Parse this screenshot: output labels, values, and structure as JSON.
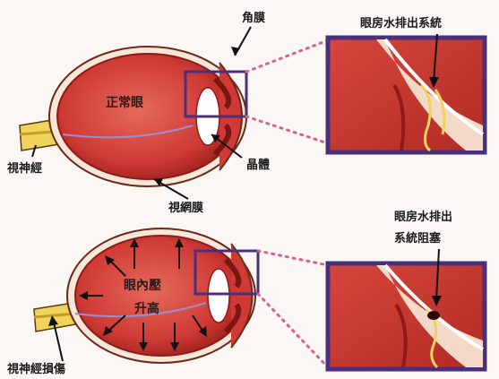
{
  "top": {
    "cornea": "角膜",
    "drainage": "眼房水排出系統",
    "normal_eye": "正常眼",
    "lens": "晶體",
    "optic_nerve": "視神經",
    "retina": "視網膜"
  },
  "bottom": {
    "blocked_line1": "眼房水排出",
    "blocked_line2": "系統阻塞",
    "pressure_line1": "眼內壓",
    "pressure_line2": "升高",
    "nerve_damage": "視神經損傷"
  },
  "colors": {
    "eye_red": "#cf3a35",
    "eye_dark": "#8e1b18",
    "frame": "#4a2f7a",
    "dots": "#d9608a",
    "nerve_yellow": "#f0d35a"
  }
}
